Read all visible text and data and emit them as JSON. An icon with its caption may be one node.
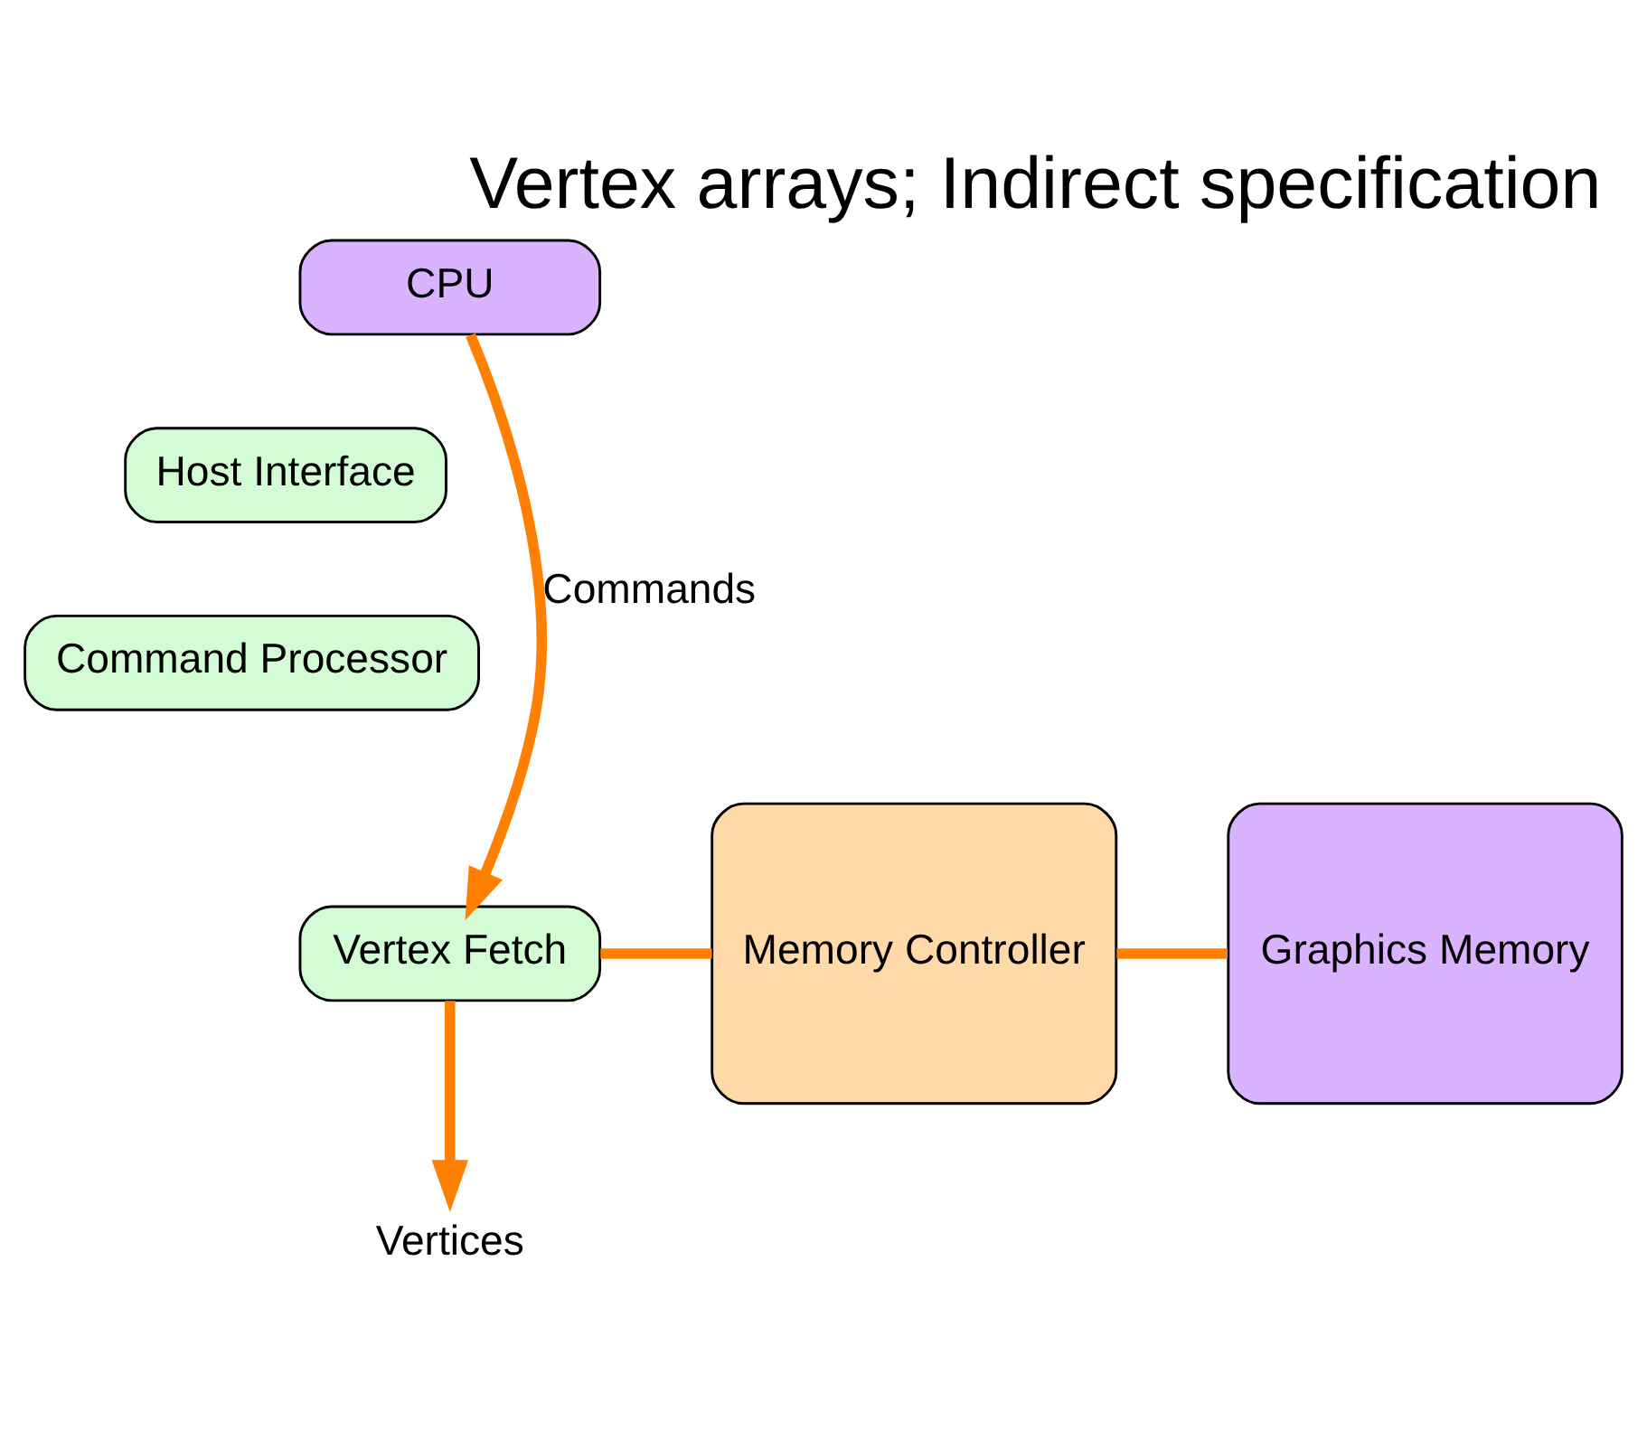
{
  "diagram": {
    "title": "Vertex arrays; Indirect specification",
    "nodes": [
      {
        "text": [
          "CPU"
        ]
      },
      {
        "text": [
          "Host Interface"
        ]
      },
      {
        "text": [
          "Command Processor"
        ]
      },
      {
        "text": [
          "Vertex Fetch"
        ]
      },
      {
        "text": [
          "Memory Controller"
        ]
      },
      {
        "text": [
          "Graphics Memory"
        ]
      },
      {
        "text": [
          "Vertices"
        ]
      }
    ],
    "edges": [
      {
        "from": 0,
        "to": 3,
        "arrow": "to",
        "label": "Commands"
      },
      {
        "from": 5,
        "to": 4,
        "arrow": "none"
      },
      {
        "from": 4,
        "to": 3,
        "arrow": "none"
      },
      {
        "from": 3,
        "to": 6,
        "arrow": "to"
      }
    ]
  }
}
